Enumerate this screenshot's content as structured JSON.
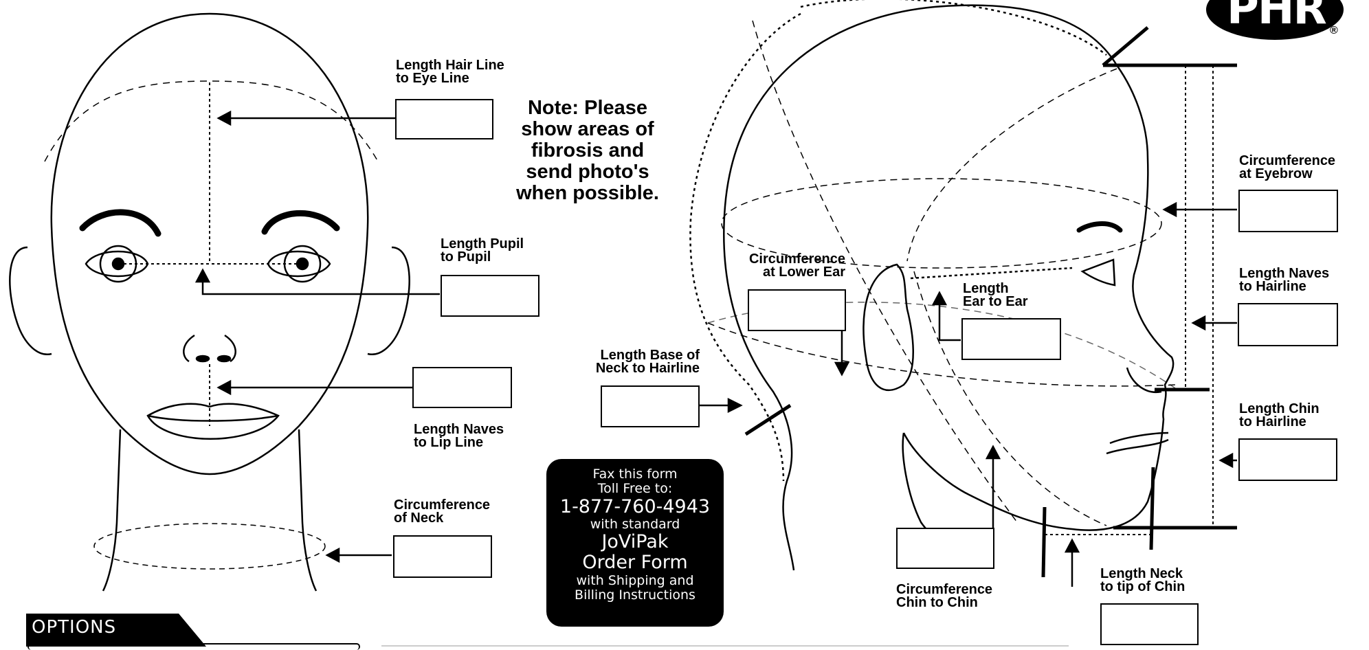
{
  "labels": {
    "hair_to_eye": "Length Hair Line\nto Eye Line",
    "pupil_to_pupil": "Length Pupil\nto Pupil",
    "naves_to_lip": "Length Naves\nto Lip Line",
    "circ_neck": "Circumference\nof Neck",
    "circ_lower_ear": "Circumference\nat Lower Ear",
    "base_neck_hairline": "Length Base of\nNeck to Hairline",
    "ear_to_ear": "Length\nEar to Ear",
    "circ_eyebrow": "Circumference\nat Eyebrow",
    "naves_to_hairline": "Length Naves\nto Hairline",
    "chin_to_hairline": "Length Chin\nto Hairline",
    "circ_chin": "Circumference\nChin to Chin",
    "neck_to_chin": "Length Neck\nto tip of Chin"
  },
  "note": "Note: Please\nshow areas of\nfibrosis and\nsend photo's\nwhen possible.",
  "fax": {
    "line1": "Fax this form",
    "line2": "Toll Free to:",
    "phone": "1-877-760-4943",
    "line4": "with standard",
    "line5": "JoViPak",
    "line6": "Order Form",
    "line7": "with Shipping and",
    "line8": "Billing Instructions"
  },
  "options_title": "OPTIONS",
  "logo": {
    "text": "PHR",
    "mark": "®"
  }
}
